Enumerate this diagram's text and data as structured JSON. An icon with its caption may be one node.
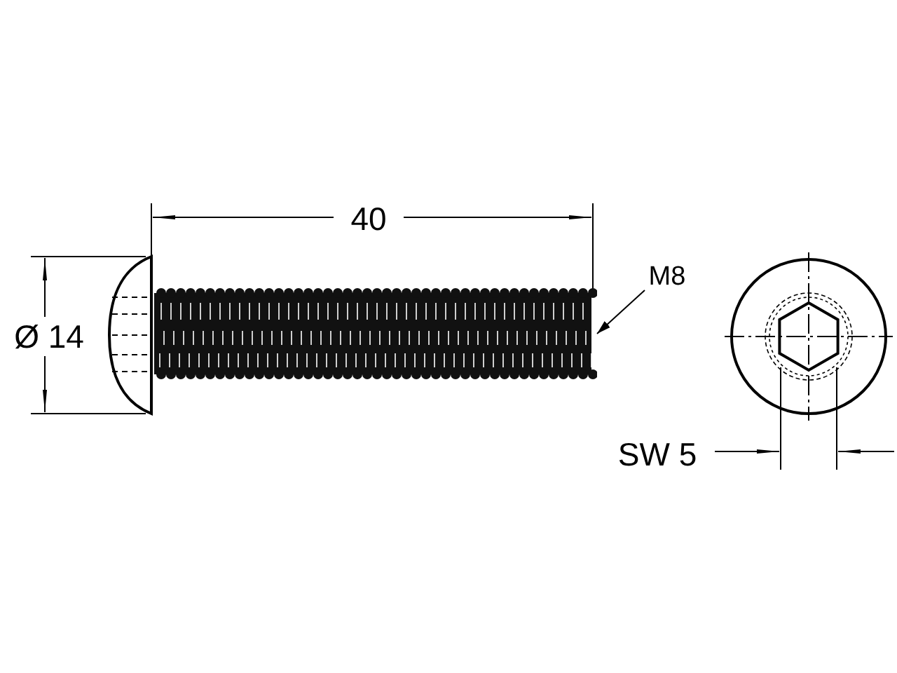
{
  "diagram": {
    "nodes": [
      {
        "text": [
          "M8"
        ]
      },
      {
        "text": [],
        "shape": "picture"
      }
    ],
    "edges": [
      {
        "from": 0,
        "to": 1,
        "arrow": "to"
      }
    ],
    "labels": [
      "40",
      "Ø 14",
      "SW 5"
    ]
  }
}
